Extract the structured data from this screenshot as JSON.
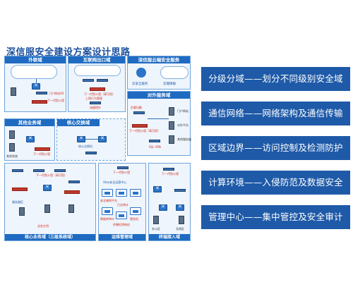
{
  "title": "深信服安全建设方案设计思路",
  "labels": [
    "分级分域——划分不同级别安全域",
    "通信网络——网络架构及通信传输",
    "区域边界——访问控制及检测防护",
    "计算环境——入侵防范及数据安全",
    "管理中心——集中管控及安全审计"
  ],
  "zones": {
    "external": "外联域",
    "internet_exit": "互联网出口域",
    "cloud_service": "深信服云端安全服务",
    "external_service": "对外服务域",
    "other_business": "其他业务域",
    "core_exchange": "核心交换域",
    "core_business": "核心业务域（三级系统域）",
    "ops_management": "运维管理域",
    "terminal_access": "终端接入域"
  },
  "diagram_text": {
    "gateway_dev": "门户网站XX",
    "ngfw": "下一代防火墙（高可用）",
    "ngfw_short": "下一代防火墙",
    "ad": "上网行为管理",
    "traffic": "流量探针",
    "cloud_a": "云安全服务",
    "cloud_b": "云端情报",
    "vpn": "SSL VPN",
    "load": "负载均衡",
    "ext_app": "门户网站",
    "ext_platform": "对外平台",
    "ext_srv": "其他服务器",
    "sec_platform": "安全感知平台",
    "log_audit": "日志审计",
    "db_audit": "数据库审计",
    "bastion": "堡垒机",
    "edr": "终端检测响应",
    "ops_center": "Xtoo安全运营中心",
    "office": "办公区",
    "wireless": "无线区",
    "core_sw": "核心交换机",
    "server_area": "服务器区",
    "ext_sys": "其他系统",
    "host": "业务主机"
  }
}
